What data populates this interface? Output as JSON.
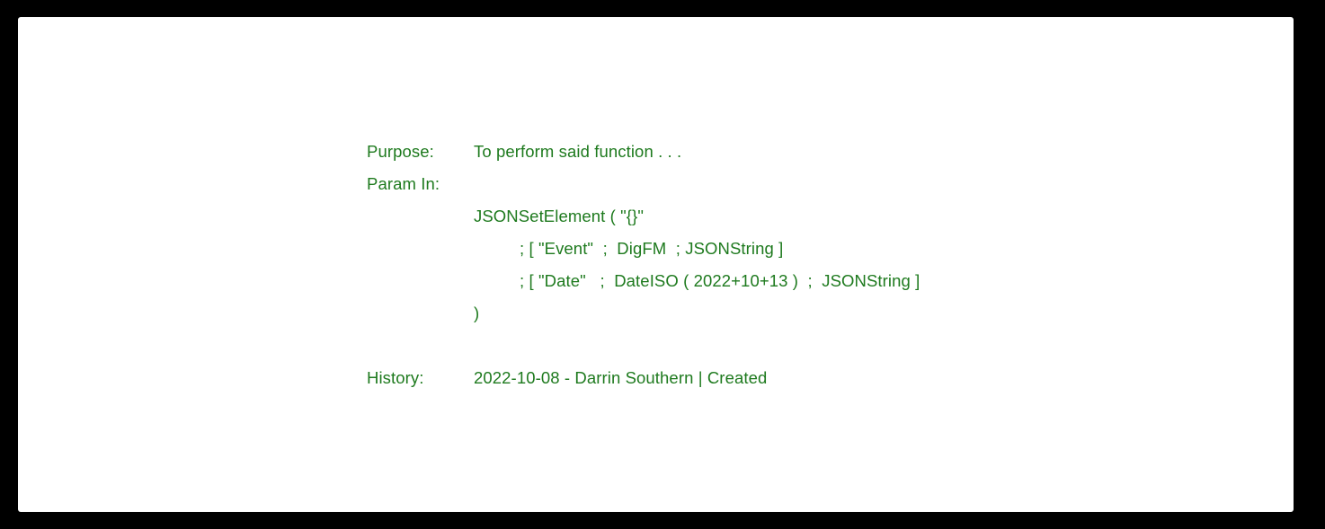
{
  "theme": {
    "frame_color": "#000000",
    "page_color": "#ffffff",
    "text_color": "#1e7a1e"
  },
  "document": {
    "fields": {
      "purpose_label": "Purpose:",
      "purpose_value": "To perform said function . . .",
      "param_in_label": "Param In:",
      "history_label": "History:",
      "history_value": "2022-10-08 - Darrin Southern | Created"
    },
    "calculation": {
      "line_open": "JSONSetElement ( \"{}\"",
      "line_event": "; [ \"Event\"  ;  DigFM  ; JSONString ]",
      "line_date": "; [ \"Date\"   ;  DateISO ( 2022+10+13 )  ;  JSONString ]",
      "line_close": ")"
    }
  }
}
